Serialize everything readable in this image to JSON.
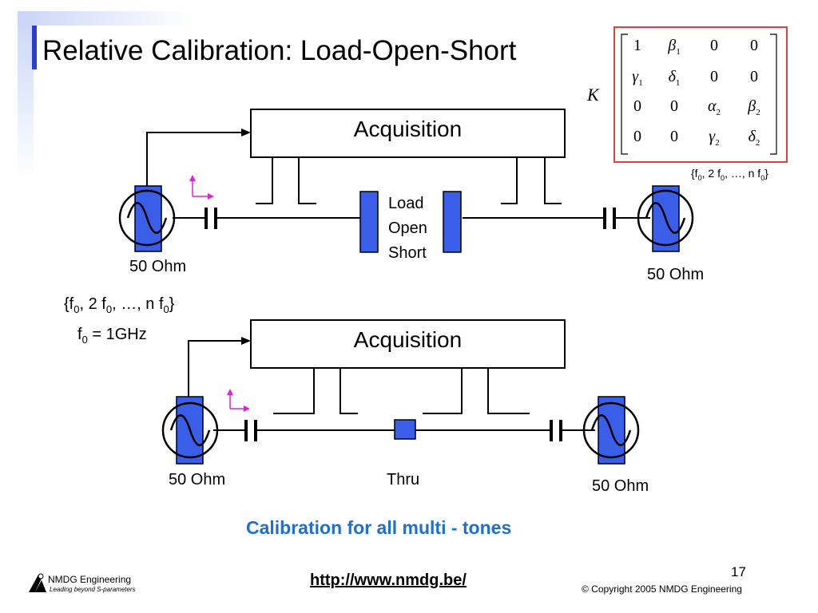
{
  "slide": {
    "title": "Relative Calibration: Load-Open-Short",
    "tagline": "Calibration for all multi - tones",
    "url": "http://www.nmdg.be/",
    "page_number": "17",
    "copyright": "© Copyright 2005 NMDG Engineering"
  },
  "logo": {
    "name": "NMDG Engineering",
    "tagline": "Leading beyond S-parameters"
  },
  "matrix": {
    "prefix": "K",
    "cells": [
      {
        "sym": "1",
        "sub": ""
      },
      {
        "sym": "β",
        "sub": "1"
      },
      {
        "sym": "0",
        "sub": ""
      },
      {
        "sym": "0",
        "sub": ""
      },
      {
        "sym": "γ",
        "sub": "1"
      },
      {
        "sym": "δ",
        "sub": "1"
      },
      {
        "sym": "0",
        "sub": ""
      },
      {
        "sym": "0",
        "sub": ""
      },
      {
        "sym": "0",
        "sub": ""
      },
      {
        "sym": "0",
        "sub": ""
      },
      {
        "sym": "α",
        "sub": "2"
      },
      {
        "sym": "β",
        "sub": "2"
      },
      {
        "sym": "0",
        "sub": ""
      },
      {
        "sym": "0",
        "sub": ""
      },
      {
        "sym": "γ",
        "sub": "2"
      },
      {
        "sym": "δ",
        "sub": "2"
      }
    ],
    "harmonics_label": "{f0, 2 f0, …, n f0}"
  },
  "setup_top": {
    "acquisition_label": "Acquisition",
    "standards": [
      "Load",
      "Open",
      "Short"
    ],
    "left_impedance": "50 Ohm",
    "right_impedance": "50 Ohm"
  },
  "setup_bottom": {
    "acquisition_label": "Acquisition",
    "thru_label": "Thru",
    "left_impedance": "50 Ohm",
    "right_impedance": "50 Ohm"
  },
  "excitation": {
    "harmonics_label": "{f0, 2 f0, …, n f0}",
    "fundamental_label": "f0 = 1GHz"
  }
}
